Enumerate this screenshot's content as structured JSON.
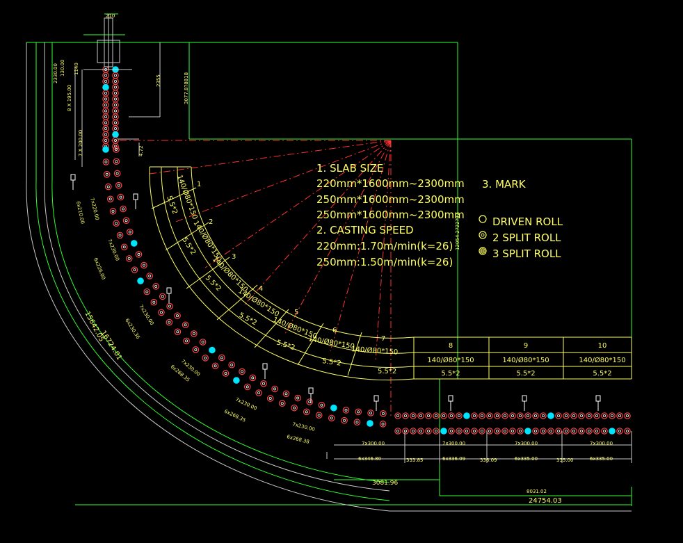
{
  "notes": {
    "slab_title": "1. SLAB SIZE",
    "slab_1": "220mm*1600mm~2300mm",
    "slab_2": "250mm*1600mm~2300mm",
    "slab_3": "250mm*1600mm~2300mm",
    "speed_title": "2. CASTING SPEED",
    "speed_1": "220mm:1.70m/min(k=26)",
    "speed_2": "250mm:1.50m/min(k=26)"
  },
  "legend": {
    "title": "3. MARK",
    "driven": "DRIVEN ROLL",
    "split2": "2 SPLIT ROLL",
    "split3": "3 SPLIT ROLL"
  },
  "segments": [
    {
      "no": "1",
      "roll": "140/Ø80*150",
      "pitch": "5.5*2"
    },
    {
      "no": "2",
      "roll": "140/Ø80*150",
      "pitch": "5.5*2"
    },
    {
      "no": "3",
      "roll": "140/Ø80*150",
      "pitch": "5.5*2"
    },
    {
      "no": "4",
      "roll": "140/Ø80*150",
      "pitch": "5.5*2"
    },
    {
      "no": "5",
      "roll": "140/Ø80*150",
      "pitch": "5.5*2"
    },
    {
      "no": "6",
      "roll": "140/Ø80*150",
      "pitch": "5.5*2"
    },
    {
      "no": "7",
      "roll": "140/Ø80*150",
      "pitch": "5.5*2"
    },
    {
      "no": "8",
      "roll": "140/Ø80*150",
      "pitch": "5.5*2"
    },
    {
      "no": "9",
      "roll": "140/Ø80*150",
      "pitch": "5.5*2"
    },
    {
      "no": "10",
      "roll": "140/Ø80*150",
      "pitch": "5.5*2"
    }
  ],
  "dimensions": {
    "total": "24754.03",
    "overall_h": "8031.02",
    "sub_h": "3081.96",
    "arc1": "15642.05",
    "arc2": "16724.01",
    "radius": "12054.2?22?97",
    "vert": "3077.8?8818",
    "mold": "2355",
    "top": "210",
    "h1": "1140",
    "h2": "2330.00",
    "h3": "130.00",
    "v1": "8 X 195.00",
    "v2": "7 X 200.00",
    "c1": "6x210.00",
    "c2": "7x220.00",
    "c3": "6x226.00",
    "c4": "7x230.00",
    "c5": "6x230.36",
    "c6": "7x230.00",
    "c7": "6x268.35",
    "c8": "7x230.00",
    "c9": "6x268.35",
    "c10": "7x230.00",
    "c11": "6x268.38",
    "c12": "7x300.00",
    "c13": "6x346.80",
    "c14": "7x300.00",
    "c15": "6x336.09",
    "c16": "7x300.00",
    "c17": "6x335.00",
    "c18": "7x300.00",
    "c19": "6x335.00",
    "k1": "4.72",
    "k2": "333.85",
    "k3": "336.09",
    "k4": "335.00"
  }
}
